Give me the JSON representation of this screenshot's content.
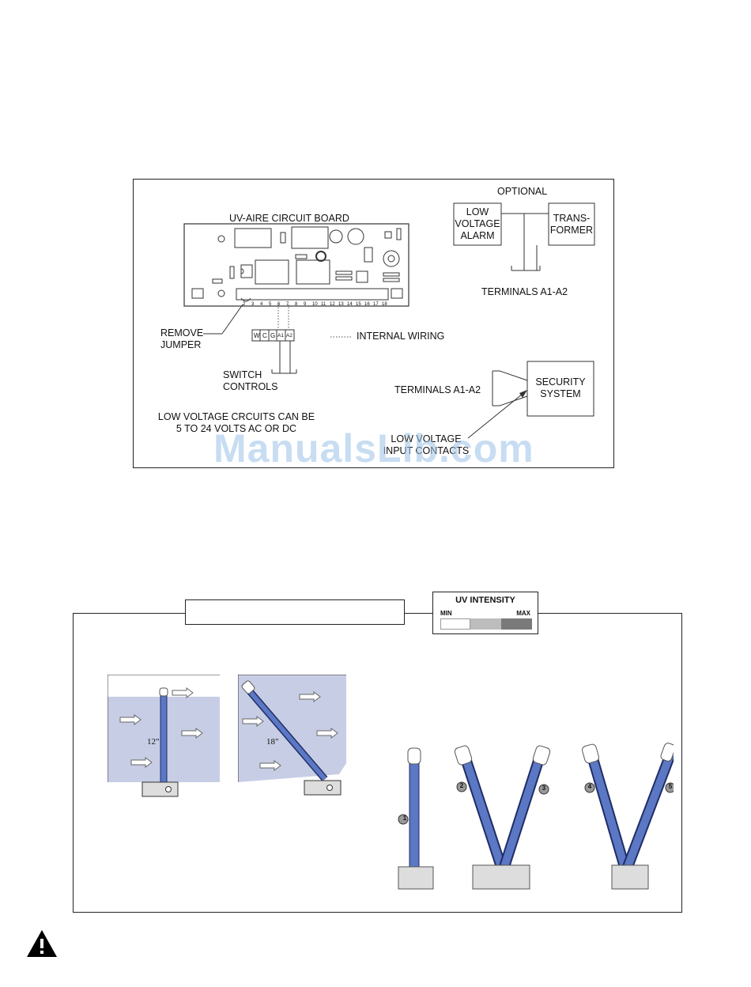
{
  "wiring_diagram": {
    "board_title": "UV-AIRE CIRCUIT BOARD",
    "terminal_numbers": [
      "2",
      "3",
      "4",
      "5",
      "6",
      "7",
      "8",
      "9",
      "10",
      "11",
      "12",
      "13",
      "14",
      "15",
      "16",
      "17",
      "18"
    ],
    "terminal_block": [
      "W",
      "C",
      "G",
      "A1",
      "A2"
    ],
    "remove_jumper": [
      "REMOVE",
      "JUMPER"
    ],
    "switch_controls": [
      "SWITCH",
      "CONTROLS"
    ],
    "internal_wiring": "INTERNAL WIRING",
    "optional": "OPTIONAL",
    "low_voltage_alarm": [
      "LOW",
      "VOLTAGE",
      "ALARM"
    ],
    "transformer": [
      "TRANS-",
      "FORMER"
    ],
    "terminals_top": "TERMINALS A1-A2",
    "terminals_security": "TERMINALS A1-A2",
    "security_system": [
      "SECURITY",
      "SYSTEM"
    ],
    "low_voltage_circuits": [
      "LOW VOLTAGE CRCUITS CAN BE",
      "5 TO 24 VOLTS AC OR DC"
    ],
    "low_voltage_input": [
      "LOW VOLTAGE",
      "INPUT CONTACTS"
    ]
  },
  "watermark": "ManualsLib.com",
  "lamp_placement": {
    "title": "",
    "uv_intensity": {
      "title": "UV INTENSITY",
      "min_label": "MIN",
      "max_label": "MAX",
      "colors": [
        "#ffffff",
        "#bdbdbd",
        "#7a7a7a"
      ]
    },
    "duct_lengths": [
      "12\"",
      "18\""
    ],
    "lamp_numbers": [
      "1",
      "2",
      "3",
      "4",
      "5"
    ]
  },
  "colors": {
    "duct_fill": "#c7cde4",
    "lamp_blue": "#5c78c4"
  },
  "icons": {
    "warning": "warning-triangle-icon"
  }
}
